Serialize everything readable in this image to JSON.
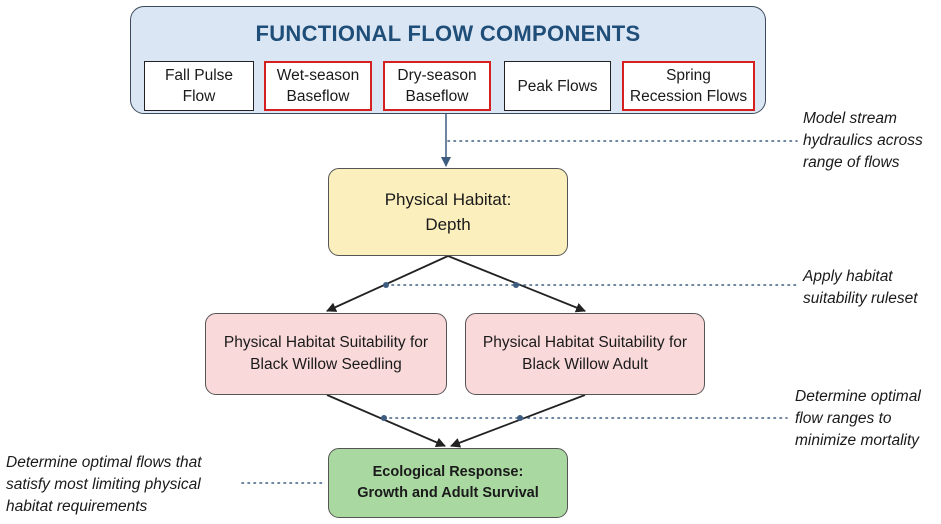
{
  "header": {
    "title": "FUNCTIONAL FLOW COMPONENTS",
    "components": [
      {
        "label": "Fall Pulse\nFlow",
        "highlighted": false
      },
      {
        "label": "Wet-season\nBaseflow",
        "highlighted": true
      },
      {
        "label": "Dry-season\nBaseflow",
        "highlighted": true
      },
      {
        "label": "Peak Flows",
        "highlighted": false
      },
      {
        "label": "Spring\nRecession Flows",
        "highlighted": true
      }
    ]
  },
  "nodes": {
    "depth": "Physical Habitat:\nDepth",
    "seedling": "Physical Habitat Suitability for\nBlack Willow Seedling",
    "adult": "Physical Habitat Suitability for\nBlack Willow Adult",
    "eco": "Ecological Response:\nGrowth and Adult Survival"
  },
  "notes": {
    "hydraulics": "Model stream\nhydraulics across\nrange of flows",
    "ruleset": "Apply habitat\nsuitability ruleset",
    "optimal_ranges": "Determine optimal\nflow ranges to\nminimize mortality",
    "limiting": "Determine optimal flows that\nsatisfy most limiting physical\nhabitat requirements"
  },
  "colors": {
    "panel_fill": "#dbe6f4",
    "title_text": "#1f4e79",
    "highlight_border": "#d42020",
    "depth_fill": "#fcefbe",
    "suitability_fill": "#fad9da",
    "response_fill": "#a9d8a0",
    "connector_dot": "#3e5c80"
  }
}
